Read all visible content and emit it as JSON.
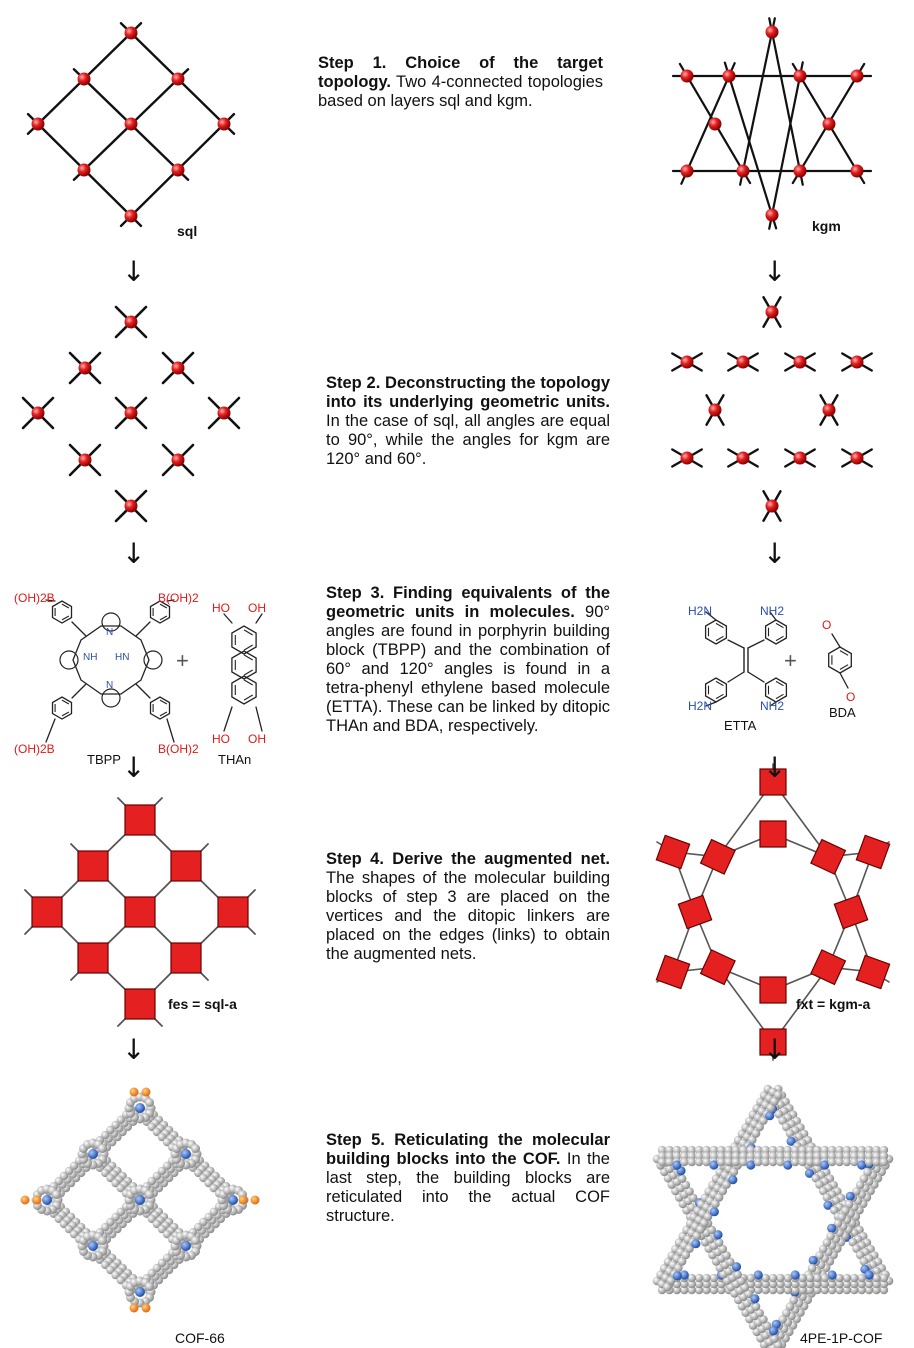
{
  "steps": [
    {
      "heading": "Step 1. Choice of the target topology.",
      "body": "Two 4-connected topologies based on layers sql and kgm."
    },
    {
      "heading": "Step 2. Deconstructing the topology into its underlying geometric units.",
      "body": "In the case of sql, all angles are equal to 90°, while the angles for kgm are 120° and 60°."
    },
    {
      "heading": "Step 3. Finding equivalents of the geometric units in molecules.",
      "body": "90° angles are found in porphyrin building block (TBPP) and the combination of 60° and 120° angles is found in a tetra-phenyl ethylene based molecule (ETTA). These can be linked by ditopic THAn and BDA, respectively."
    },
    {
      "heading": "Step 4. Derive the augmented net.",
      "body": "The shapes of the molecular building blocks of step 3 are placed on the vertices and the ditopic linkers are placed on the edges (links) to obtain the augmented nets."
    },
    {
      "heading": "Step 5. Reticulating the molecular building blocks into the COF.",
      "body": "In the last step, the building blocks are reticulated into the actual COF structure."
    }
  ],
  "labels": {
    "sql": "sql",
    "kgm": "kgm",
    "fes": "fes = sql-a",
    "fxt": "fxt = kgm-a",
    "cof66": "COF-66",
    "cof4pe": "4PE-1P-COF"
  },
  "molecules": {
    "tbpp": "TBPP",
    "than": "THAn",
    "etta": "ETTA",
    "bda": "BDA",
    "boronic": "B(OH)2",
    "boronic_left": "(OH)2B",
    "hydroxyl": "HO",
    "hydroxyl_r": "OH",
    "nh": "NH",
    "hn": "HN",
    "n": "N",
    "amine": "NH2",
    "amine_left": "H2N",
    "oxygen": "O",
    "plus": "+"
  },
  "arrow_glyph": "↓",
  "colors": {
    "node": "#e52020",
    "square": "#e52020",
    "edge": "#111111",
    "boron": "#e39b1a",
    "oxygen": "#e01818",
    "nitrogen": "#2a4fb0",
    "atom_grey": "#9a9a9a",
    "atom_blue": "#3d6fc4"
  }
}
